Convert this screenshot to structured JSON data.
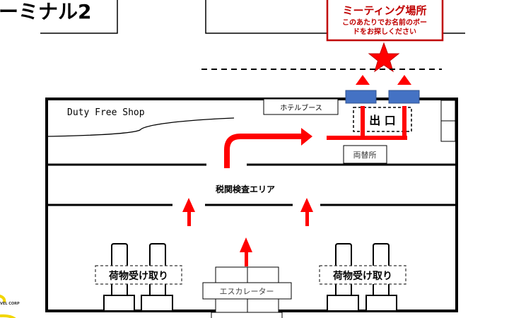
{
  "header": {
    "terminal_title": "ーミナル2"
  },
  "meeting_point": {
    "title": "ミーティング場所",
    "line1": "このあたりでお名前のボー",
    "line2": "ドをお探しください"
  },
  "areas": {
    "duty_free": "Duty Free Shop",
    "hotel_booth": "ホテルブース",
    "exit": "出 口",
    "currency_exchange": "両替所",
    "customs": "税関検査エリア",
    "baggage_left": "荷物受け取り",
    "baggage_right": "荷物受け取り",
    "escalator": "エスカレーター"
  },
  "logo": {
    "text": "VEL CORP"
  },
  "colors": {
    "accent": "#ff0000",
    "meeting": "#c00000",
    "gate": "#4472c4"
  }
}
